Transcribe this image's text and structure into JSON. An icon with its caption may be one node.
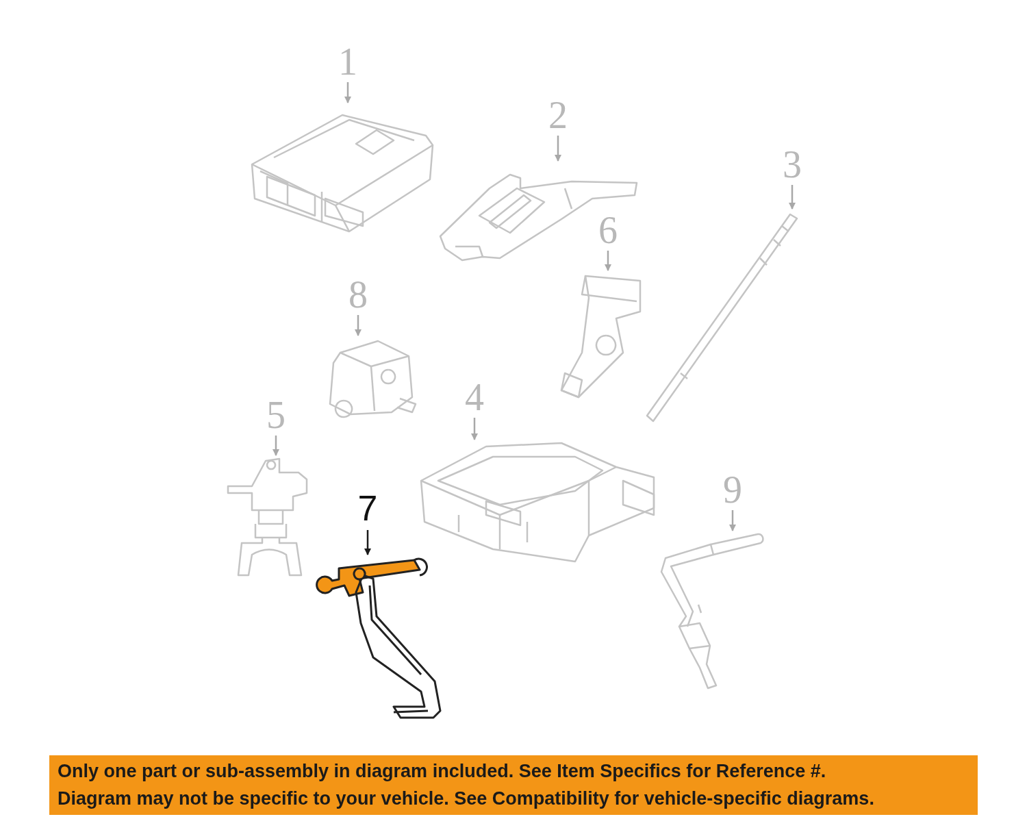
{
  "diagram": {
    "nodes": [
      {
        "text": [
          "1"
        ]
      },
      {
        "text": [],
        "shape": "picture"
      },
      {
        "text": [
          "2"
        ]
      },
      {
        "text": [],
        "shape": "picture"
      },
      {
        "text": [
          "3"
        ]
      },
      {
        "text": [],
        "shape": "picture"
      },
      {
        "text": [
          "6"
        ]
      },
      {
        "text": [],
        "shape": "picture"
      },
      {
        "text": [
          "8"
        ]
      },
      {
        "text": [],
        "shape": "picture"
      },
      {
        "text": [
          "5"
        ]
      },
      {
        "text": [],
        "shape": "picture"
      },
      {
        "text": [
          "4"
        ]
      },
      {
        "text": [],
        "shape": "picture"
      },
      {
        "text": [
          "9"
        ]
      },
      {
        "text": [],
        "shape": "picture"
      },
      {
        "text": [
          "7"
        ]
      },
      {
        "text": [],
        "shape": "picture"
      }
    ],
    "edges": [
      {
        "from": 0,
        "to": 1,
        "arrow": "to"
      },
      {
        "from": 2,
        "to": 3,
        "arrow": "to"
      },
      {
        "from": 4,
        "to": 5,
        "arrow": "to"
      },
      {
        "from": 6,
        "to": 7,
        "arrow": "to"
      },
      {
        "from": 8,
        "to": 9,
        "arrow": "to"
      },
      {
        "from": 10,
        "to": 11,
        "arrow": "to"
      },
      {
        "from": 12,
        "to": 13,
        "arrow": "to"
      },
      {
        "from": 14,
        "to": 15,
        "arrow": "to"
      },
      {
        "from": 16,
        "to": 17,
        "arrow": "to",
        "color": "#1a1a1a"
      }
    ],
    "labels": [
      "Only one part or sub-assembly in diagram included. See Item Specifics for Reference #.",
      "Diagram may not be specific to your vehicle. See Compatibility for vehicle-specific diagrams."
    ]
  }
}
